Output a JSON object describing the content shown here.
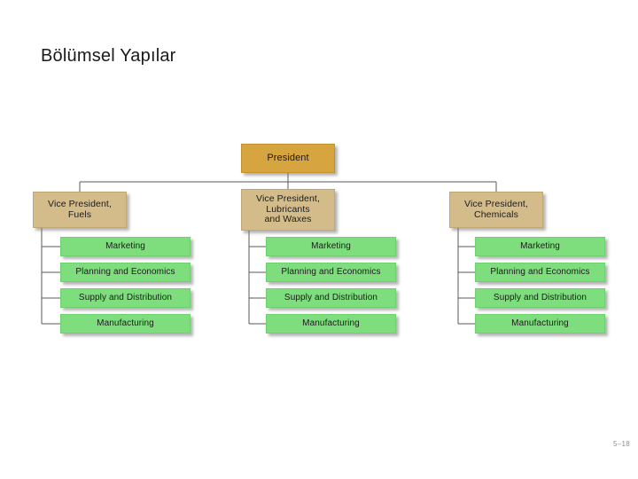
{
  "slide": {
    "title": "Bölümsel Yapılar",
    "number": "5–18"
  },
  "chart_data": {
    "type": "diagram",
    "diagram_type": "organization-chart",
    "title": "Bölümsel Yapılar",
    "orientation": "top-down",
    "colors": {
      "president_fill": "#d6a53f",
      "vp_fill": "#d4bc8a",
      "unit_fill": "#7ede7e",
      "connector": "#5a5a5a",
      "text": "#1b1b1b"
    },
    "root": {
      "id": "president",
      "label": "President",
      "level": 0
    },
    "divisions": [
      {
        "id": "vp-fuels",
        "label": "Vice President,\nFuels",
        "level": 1,
        "units": [
          {
            "id": "fuels-marketing",
            "label": "Marketing"
          },
          {
            "id": "fuels-planning-economics",
            "label": "Planning and Economics"
          },
          {
            "id": "fuels-supply-distribution",
            "label": "Supply and Distribution"
          },
          {
            "id": "fuels-manufacturing",
            "label": "Manufacturing"
          }
        ]
      },
      {
        "id": "vp-lubricants-waxes",
        "label": "Vice President,\nLubricants\nand Waxes",
        "level": 1,
        "units": [
          {
            "id": "lub-marketing",
            "label": "Marketing"
          },
          {
            "id": "lub-planning-economics",
            "label": "Planning and Economics"
          },
          {
            "id": "lub-supply-distribution",
            "label": "Supply and Distribution"
          },
          {
            "id": "lub-manufacturing",
            "label": "Manufacturing"
          }
        ]
      },
      {
        "id": "vp-chemicals",
        "label": "Vice President,\nChemicals",
        "level": 1,
        "units": [
          {
            "id": "chem-marketing",
            "label": "Marketing"
          },
          {
            "id": "chem-planning-economics",
            "label": "Planning and Economics"
          },
          {
            "id": "chem-supply-distribution",
            "label": "Supply and Distribution"
          },
          {
            "id": "chem-manufacturing",
            "label": "Manufacturing"
          }
        ]
      }
    ]
  }
}
